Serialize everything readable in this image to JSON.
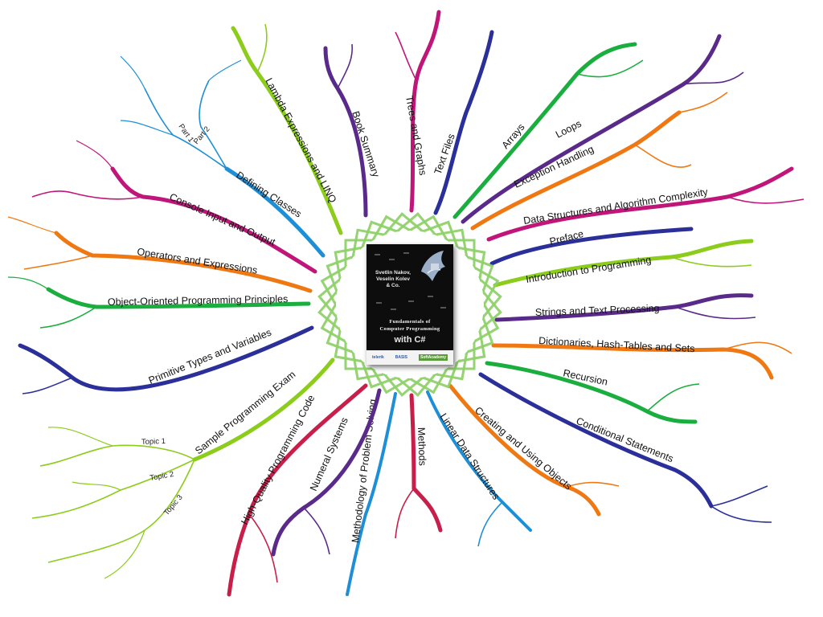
{
  "center": {
    "cover": {
      "authors": [
        "Svetlin Nakov,",
        "Veselin Kolev",
        "& Co."
      ],
      "title_line1": "Fundamentals of",
      "title_line2": "Computer Programming",
      "language": "with C#",
      "logos": [
        "telerik",
        "BASIS",
        "SoftAcademy"
      ]
    }
  },
  "branches": [
    {
      "id": "trees-and-graphs",
      "label": "Trees and Graphs",
      "color": "#c0167a"
    },
    {
      "id": "text-files",
      "label": "Text Files",
      "color": "#2b2f9a"
    },
    {
      "id": "arrays",
      "label": "Arrays",
      "color": "#1aae3e"
    },
    {
      "id": "loops",
      "label": "Loops",
      "color": "#5a2a8a"
    },
    {
      "id": "exception-handling",
      "label": "Exception Handling",
      "color": "#f07812"
    },
    {
      "id": "data-structures",
      "label": "Data Structures and Algorithm Complexity",
      "color": "#c0167a"
    },
    {
      "id": "preface",
      "label": "Preface",
      "color": "#2b2f9a"
    },
    {
      "id": "intro",
      "label": "Introduction to Programming",
      "color": "#8ccc1a"
    },
    {
      "id": "strings",
      "label": "Strings and Text Processing",
      "color": "#5a2a8a"
    },
    {
      "id": "dictionaries",
      "label": "Dictionaries, Hash-Tables and Sets",
      "color": "#f07812"
    },
    {
      "id": "recursion",
      "label": "Recursion",
      "color": "#1aae3e"
    },
    {
      "id": "conditional",
      "label": "Conditional Statements",
      "color": "#2b2f9a"
    },
    {
      "id": "creating-objects",
      "label": "Creating and Using Objects",
      "color": "#f07812"
    },
    {
      "id": "linear-ds",
      "label": "Linear Data Structures",
      "color": "#1e8fd6"
    },
    {
      "id": "methods",
      "label": "Methods",
      "color": "#c81e4a"
    },
    {
      "id": "methodology",
      "label": "Methodology of Problem Solving",
      "color": "#1e8fd6"
    },
    {
      "id": "numeral",
      "label": "Numeral Systems",
      "color": "#5a2a8a"
    },
    {
      "id": "hq-code",
      "label": "High-Quality Programming Code",
      "color": "#c81e4a"
    },
    {
      "id": "sample-exam",
      "label": "Sample Programming Exam",
      "color": "#8ccc1a"
    },
    {
      "id": "primitive",
      "label": "Primitive Types and Variables",
      "color": "#2b2f9a"
    },
    {
      "id": "oop",
      "label": "Object-Oriented Programming Principles",
      "color": "#1aae3e"
    },
    {
      "id": "operators",
      "label": "Operators and Expressions",
      "color": "#f07812"
    },
    {
      "id": "console",
      "label": "Console Input and Output",
      "color": "#c0167a"
    },
    {
      "id": "defining-classes",
      "label": "Defining Classes",
      "color": "#1e8fd6"
    },
    {
      "id": "lambda",
      "label": "Lambda Expressions and LINQ",
      "color": "#8ccc1a"
    },
    {
      "id": "book-summary",
      "label": "Book Summary",
      "color": "#5a2a8a"
    }
  ],
  "sub_labels": {
    "defining_classes": [
      "Part 1",
      "Part 2"
    ],
    "sample_exam": [
      "Topic 1",
      "Topic 2",
      "Topic 3"
    ]
  }
}
